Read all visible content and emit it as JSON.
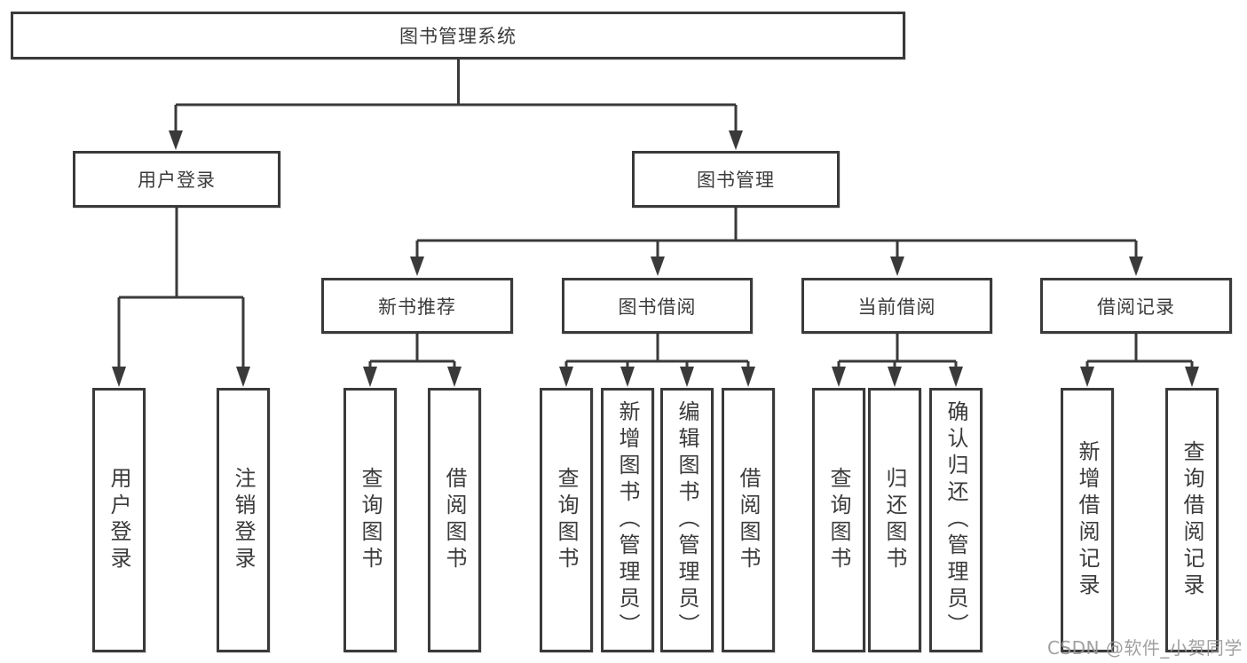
{
  "tree": {
    "label": "图书管理系统",
    "children": [
      {
        "label": "用户登录",
        "children": [
          {
            "label": "用户登录"
          },
          {
            "label": "注销登录"
          }
        ]
      },
      {
        "label": "图书管理",
        "children": [
          {
            "label": "新书推荐",
            "children": [
              {
                "label": "查询图书"
              },
              {
                "label": "借阅图书"
              }
            ]
          },
          {
            "label": "图书借阅",
            "children": [
              {
                "label": "查询图书"
              },
              {
                "label": "新增图书（管理员）"
              },
              {
                "label": "编辑图书（管理员）"
              },
              {
                "label": "借阅图书"
              }
            ]
          },
          {
            "label": "当前借阅",
            "children": [
              {
                "label": "查询图书"
              },
              {
                "label": "归还图书"
              },
              {
                "label": "确认归还（管理员）"
              }
            ]
          },
          {
            "label": "借阅记录",
            "children": [
              {
                "label": "新增借阅记录"
              },
              {
                "label": "查询借阅记录"
              }
            ]
          }
        ]
      }
    ]
  },
  "watermark": "CSDN @软件_小贺同学",
  "colors": {
    "line": "#3a3a3a",
    "box_border": "#3a3a3a",
    "box_fill": "#ffffff",
    "text": "#3b3b3b",
    "watermark": "#969696",
    "background": "#ffffff"
  }
}
